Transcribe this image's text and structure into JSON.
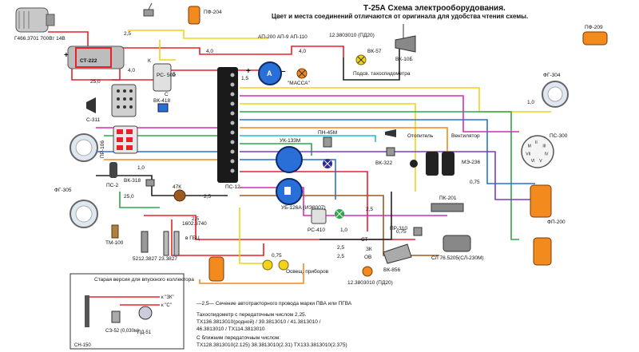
{
  "title": "Т-25А  Схема электрооборудования.",
  "subtitle": "Цвет и места соединений отличаются от оригинала для удобства чтения схемы.",
  "components": {
    "generator": "Г466.3701\n700Вт 14В",
    "pf204": "ПФ-204",
    "pf209": "ПФ-209",
    "st222": "СТ-222",
    "rs502": "РС-\n502",
    "vk418": "ВК-418",
    "s311": "С-311",
    "pr106": "ПР-106",
    "vk318": "ВК-318",
    "fg305": "ФГ-305",
    "ps2": "ПС-2",
    "k47": "47К",
    "ps12": "ПС-12",
    "ap": "АП-200\nАП-9\nАП-110",
    "ammeter": "А",
    "massa": "\"МАССА\"",
    "lamp_top": "12.3803010\n(ПД20)",
    "vk57": "ВК-57",
    "vk10b": "ВК-10Б",
    "tacho": "Подсв.\nтахоспидометра",
    "fg304": "ФГ-304",
    "uk133m": "УК-133М",
    "pn45m": "ПН-45М",
    "ub126a": "УБ-126А\n(ИЭ8007)",
    "rs410": "РС-410",
    "vk322": "ВК-322",
    "heater": "Отопитель",
    "fan": "Вентилятор",
    "me236": "МЭ-236",
    "ps300": "ПС-300",
    "pk201": "ПК-201",
    "fp200": "ФП-200",
    "pr310": "ПР-310",
    "vk856": "ВК-856",
    "sl": "СЛ 76.5205(СЛ-230М)",
    "lamp_bottom": "12.3803010\n(ПД20)",
    "osv": "Освещ.\nприборов",
    "tm100": "ТМ-100",
    "plug1": "5212.3827\n23.3827",
    "glow": "1602.3740",
    "gbc": "в ГБЦ",
    "st": "СТ",
    "zk": "ЗК",
    "ov": "ОВ",
    "socket_k": "К",
    "socket_b": "Б",
    "socket_s": "С",
    "ps300_pins": [
      "II",
      "III",
      "IV",
      "V",
      "VI",
      "VII",
      "M"
    ]
  },
  "wire_labels": {
    "w25a": "2,5",
    "w40a": "4,0",
    "w25b": "25,0",
    "w40b": "4,0",
    "w15": "1,5",
    "w40c": "4,0",
    "w10a": "1,0",
    "w10b": "1,0",
    "w25c": "25,0",
    "w25d": "2,5",
    "w075a": "0,75",
    "w25e": "2,5",
    "w25f": "2,5",
    "w25g": "2,5",
    "w25h": "2,5",
    "w075b": "0,75",
    "w10c": "1,0",
    "w075c": "0,75",
    "plus1": "+",
    "minus1": "–",
    "plus2": "+"
  },
  "legend": {
    "title": "Старая версия для впускного\nколлектора",
    "to_zk": "к \"ЗК\"",
    "to_s": "к \"С\"",
    "c3": "СЭ-52\n(0,030м)",
    "pd51": "ПД-51",
    "cn150": "СН-150"
  },
  "notes": {
    "wire": "—2,5—  Сечение автотракторного провода марки ПВА или ПГВА",
    "tacho1": "Тахоспидометр с передаточным числом 2.25.",
    "tacho2": "ТХ136.3813010(родной) / 39.3813010 / 41.3813010 /",
    "tacho3": "46.3813010 / ТХ114.3813010",
    "tacho4": "С ближним передаточным числом:",
    "tacho5": "ТХ128.3813010(2.125)  38.3813010(2.31) ТХ133.3813010(2.375)"
  },
  "colors": {
    "red": "#e8202a",
    "yellow": "#f2d21a",
    "green": "#2aa84a",
    "blue": "#2a6fd8",
    "magenta": "#d42fb4",
    "orange": "#f28a1e",
    "black": "#222222",
    "brown": "#9b5a22",
    "cyan": "#26b8d8",
    "purple": "#7a3ac8"
  }
}
